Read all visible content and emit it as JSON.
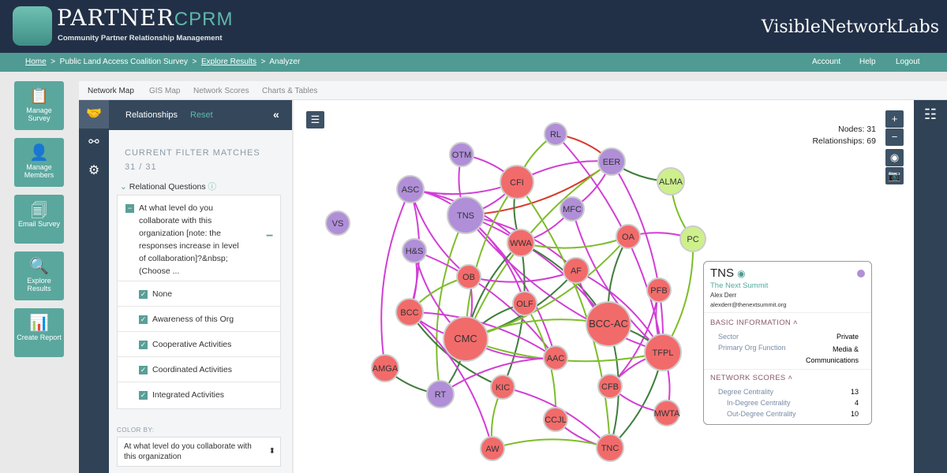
{
  "header": {
    "brand": "PARTNER",
    "brand_suffix": "CPRM",
    "tagline": "Community Partner Relationship Management",
    "partner_logo": "VisibleNetworkLabs"
  },
  "breadcrumb": {
    "home": "Home",
    "survey": "Public Land Access Coalition Survey",
    "explore": "Explore Results",
    "current": "Analyzer",
    "sep": ">"
  },
  "topnav": {
    "account": "Account",
    "help": "Help",
    "logout": "Logout"
  },
  "leftnav": [
    {
      "label": "Manage Survey",
      "icon": "clipboard-gear-icon"
    },
    {
      "label": "Manage Members",
      "icon": "user-gear-icon"
    },
    {
      "label": "Email Survey",
      "icon": "documents-icon"
    },
    {
      "label": "Explore Results",
      "icon": "document-search-icon"
    },
    {
      "label": "Create Report",
      "icon": "report-icon"
    }
  ],
  "tabs": [
    "Network Map",
    "GIS Map",
    "Network Scores",
    "Charts & Tables"
  ],
  "panel": {
    "title": "Relationships",
    "reset": "Reset",
    "collapse": "«",
    "filter_text": "CURRENT FILTER MATCHES 31 / 31",
    "relational_questions": "Relational Questions",
    "question": "At what level do you collaborate with this organization [note: the responses increase in level of collaboration]?&nbsp; (Choose ...",
    "options": [
      "None",
      "Awareness of this Org",
      "Cooperative Activities",
      "Coordinated Activities",
      "Integrated Activities"
    ],
    "color_by_label": "COLOR BY:",
    "color_by_value": "At what level do you collaborate with this organization"
  },
  "map": {
    "nodes_label": "Nodes: 31",
    "relationships_label": "Relationships: 69",
    "zoom_in": "+",
    "zoom_out": "−"
  },
  "card": {
    "abbr": "TNS",
    "name": "The Next Summit",
    "contact": "Alex Derr",
    "email": "alexderr@thenextsummit.org",
    "color": "#b08fd8",
    "basic_title": "BASIC INFORMATION",
    "sector_label": "Sector",
    "sector": "Private",
    "function_label": "Primary Org Function",
    "function": "Media & Communications",
    "scores_title": "NETWORK SCORES",
    "degree_label": "Degree Centrality",
    "degree": "13",
    "in_label": "In-Degree Centrality",
    "in": "4",
    "out_label": "Out-Degree Centrality",
    "out": "10"
  },
  "colors": {
    "purple": "#b08fd8",
    "red": "#f26b6b",
    "lightgreen": "#cdf08c",
    "edge_magenta": "#d23ed6",
    "edge_green": "#7dbd2a",
    "edge_darkgreen": "#3e7d3c",
    "edge_red": "#d83a2c"
  },
  "nodes": [
    {
      "id": "RL",
      "c": "purple"
    },
    {
      "id": "OTM",
      "c": "purple"
    },
    {
      "id": "EER",
      "c": "purple"
    },
    {
      "id": "CFI",
      "c": "red"
    },
    {
      "id": "ALMA",
      "c": "lightgreen"
    },
    {
      "id": "ASC",
      "c": "purple"
    },
    {
      "id": "TNS",
      "c": "purple"
    },
    {
      "id": "MFC",
      "c": "purple"
    },
    {
      "id": "VS",
      "c": "purple"
    },
    {
      "id": "OA",
      "c": "red"
    },
    {
      "id": "PC",
      "c": "lightgreen"
    },
    {
      "id": "WWA",
      "c": "red"
    },
    {
      "id": "H&S",
      "c": "purple"
    },
    {
      "id": "OB",
      "c": "red"
    },
    {
      "id": "AF",
      "c": "red"
    },
    {
      "id": "PFB",
      "c": "red"
    },
    {
      "id": "OLF",
      "c": "red"
    },
    {
      "id": "BCC",
      "c": "red"
    },
    {
      "id": "BCC-AC",
      "c": "red"
    },
    {
      "id": "CMC",
      "c": "red"
    },
    {
      "id": "TFPL",
      "c": "red"
    },
    {
      "id": "AAC",
      "c": "red"
    },
    {
      "id": "AMGA",
      "c": "red"
    },
    {
      "id": "CFB",
      "c": "red"
    },
    {
      "id": "KIC",
      "c": "red"
    },
    {
      "id": "RT",
      "c": "purple"
    },
    {
      "id": "MWTA",
      "c": "red"
    },
    {
      "id": "CCJL",
      "c": "red"
    },
    {
      "id": "TNC",
      "c": "red"
    },
    {
      "id": "AW",
      "c": "red"
    }
  ],
  "edges": [
    [
      "RL",
      "EER",
      "edge_red"
    ],
    [
      "RL",
      "CFI",
      "edge_green"
    ],
    [
      "RL",
      "TFPL",
      "edge_magenta"
    ],
    [
      "OTM",
      "TNS",
      "edge_magenta"
    ],
    [
      "OTM",
      "CFI",
      "edge_magenta"
    ],
    [
      "EER",
      "ALMA",
      "edge_darkgreen"
    ],
    [
      "EER",
      "TNS",
      "edge_red"
    ],
    [
      "EER",
      "CFI",
      "edge_magenta"
    ],
    [
      "EER",
      "MFC",
      "edge_magenta"
    ],
    [
      "EER",
      "CMC",
      "edge_green"
    ],
    [
      "EER",
      "TFPL",
      "edge_magenta"
    ],
    [
      "ALMA",
      "PC",
      "edge_green"
    ],
    [
      "PC",
      "TFPL",
      "edge_green"
    ],
    [
      "PC",
      "OA",
      "edge_magenta"
    ],
    [
      "ASC",
      "TNS",
      "edge_magenta"
    ],
    [
      "ASC",
      "OB",
      "edge_magenta"
    ],
    [
      "ASC",
      "BCC",
      "edge_magenta"
    ],
    [
      "ASC",
      "CFI",
      "edge_magenta"
    ],
    [
      "ASC",
      "WWA",
      "edge_magenta"
    ],
    [
      "ASC",
      "AMGA",
      "edge_magenta"
    ],
    [
      "TNS",
      "BCC-AC",
      "edge_magenta"
    ],
    [
      "TNS",
      "CFI",
      "edge_magenta"
    ],
    [
      "TNS",
      "OLF",
      "edge_magenta"
    ],
    [
      "TNS",
      "TFPL",
      "edge_magenta"
    ],
    [
      "TNS",
      "AF",
      "edge_magenta"
    ],
    [
      "TNS",
      "RT",
      "edge_green"
    ],
    [
      "TNS",
      "AAC",
      "edge_magenta"
    ],
    [
      "CFI",
      "CMC",
      "edge_green"
    ],
    [
      "CFI",
      "TNC",
      "edge_green"
    ],
    [
      "CFI",
      "WWA",
      "edge_darkgreen"
    ],
    [
      "MFC",
      "WWA",
      "edge_magenta"
    ],
    [
      "MFC",
      "TFPL",
      "edge_magenta"
    ],
    [
      "WWA",
      "KIC",
      "edge_darkgreen"
    ],
    [
      "WWA",
      "OA",
      "edge_green"
    ],
    [
      "WWA",
      "BCC-AC",
      "edge_darkgreen"
    ],
    [
      "WWA",
      "CMC",
      "edge_darkgreen"
    ],
    [
      "H&S",
      "BCC",
      "edge_magenta"
    ],
    [
      "H&S",
      "CMC",
      "edge_magenta"
    ],
    [
      "H&S",
      "AAC",
      "edge_magenta"
    ],
    [
      "OB",
      "AF",
      "edge_magenta"
    ],
    [
      "OB",
      "CMC",
      "edge_magenta"
    ],
    [
      "OB",
      "BCC",
      "edge_green"
    ],
    [
      "AF",
      "CMC",
      "edge_darkgreen"
    ],
    [
      "AF",
      "BCC-AC",
      "edge_magenta"
    ],
    [
      "AF",
      "TFPL",
      "edge_magenta"
    ],
    [
      "OA",
      "BCC-AC",
      "edge_darkgreen"
    ],
    [
      "OA",
      "CMC",
      "edge_green"
    ],
    [
      "PFB",
      "TFPL",
      "edge_magenta"
    ],
    [
      "PFB",
      "CFB",
      "edge_magenta"
    ],
    [
      "OLF",
      "CMC",
      "edge_darkgreen"
    ],
    [
      "OLF",
      "CCJL",
      "edge_green"
    ],
    [
      "BCC",
      "CMC",
      "edge_magenta"
    ],
    [
      "BCC",
      "AAC",
      "edge_magenta"
    ],
    [
      "BCC",
      "KIC",
      "edge_darkgreen"
    ],
    [
      "BCC-AC",
      "TFPL",
      "edge_darkgreen"
    ],
    [
      "BCC-AC",
      "CMC",
      "edge_green"
    ],
    [
      "BCC-AC",
      "TNC",
      "edge_darkgreen"
    ],
    [
      "CMC",
      "AAC",
      "edge_magenta"
    ],
    [
      "CMC",
      "RT",
      "edge_darkgreen"
    ],
    [
      "CMC",
      "TFPL",
      "edge_green"
    ],
    [
      "TFPL",
      "MWTA",
      "edge_magenta"
    ],
    [
      "TFPL",
      "CFB",
      "edge_magenta"
    ],
    [
      "TFPL",
      "TNC",
      "edge_darkgreen"
    ],
    [
      "AMGA",
      "RT",
      "edge_darkgreen"
    ],
    [
      "RT",
      "AAC",
      "edge_magenta"
    ],
    [
      "KIC",
      "AW",
      "edge_green"
    ],
    [
      "KIC",
      "TNC",
      "edge_magenta"
    ],
    [
      "CCJL",
      "TNC",
      "edge_magenta"
    ],
    [
      "AW",
      "TNC",
      "edge_green"
    ],
    [
      "CFB",
      "MWTA",
      "edge_magenta"
    ],
    [
      "BCC",
      "AW",
      "edge_magenta"
    ]
  ]
}
